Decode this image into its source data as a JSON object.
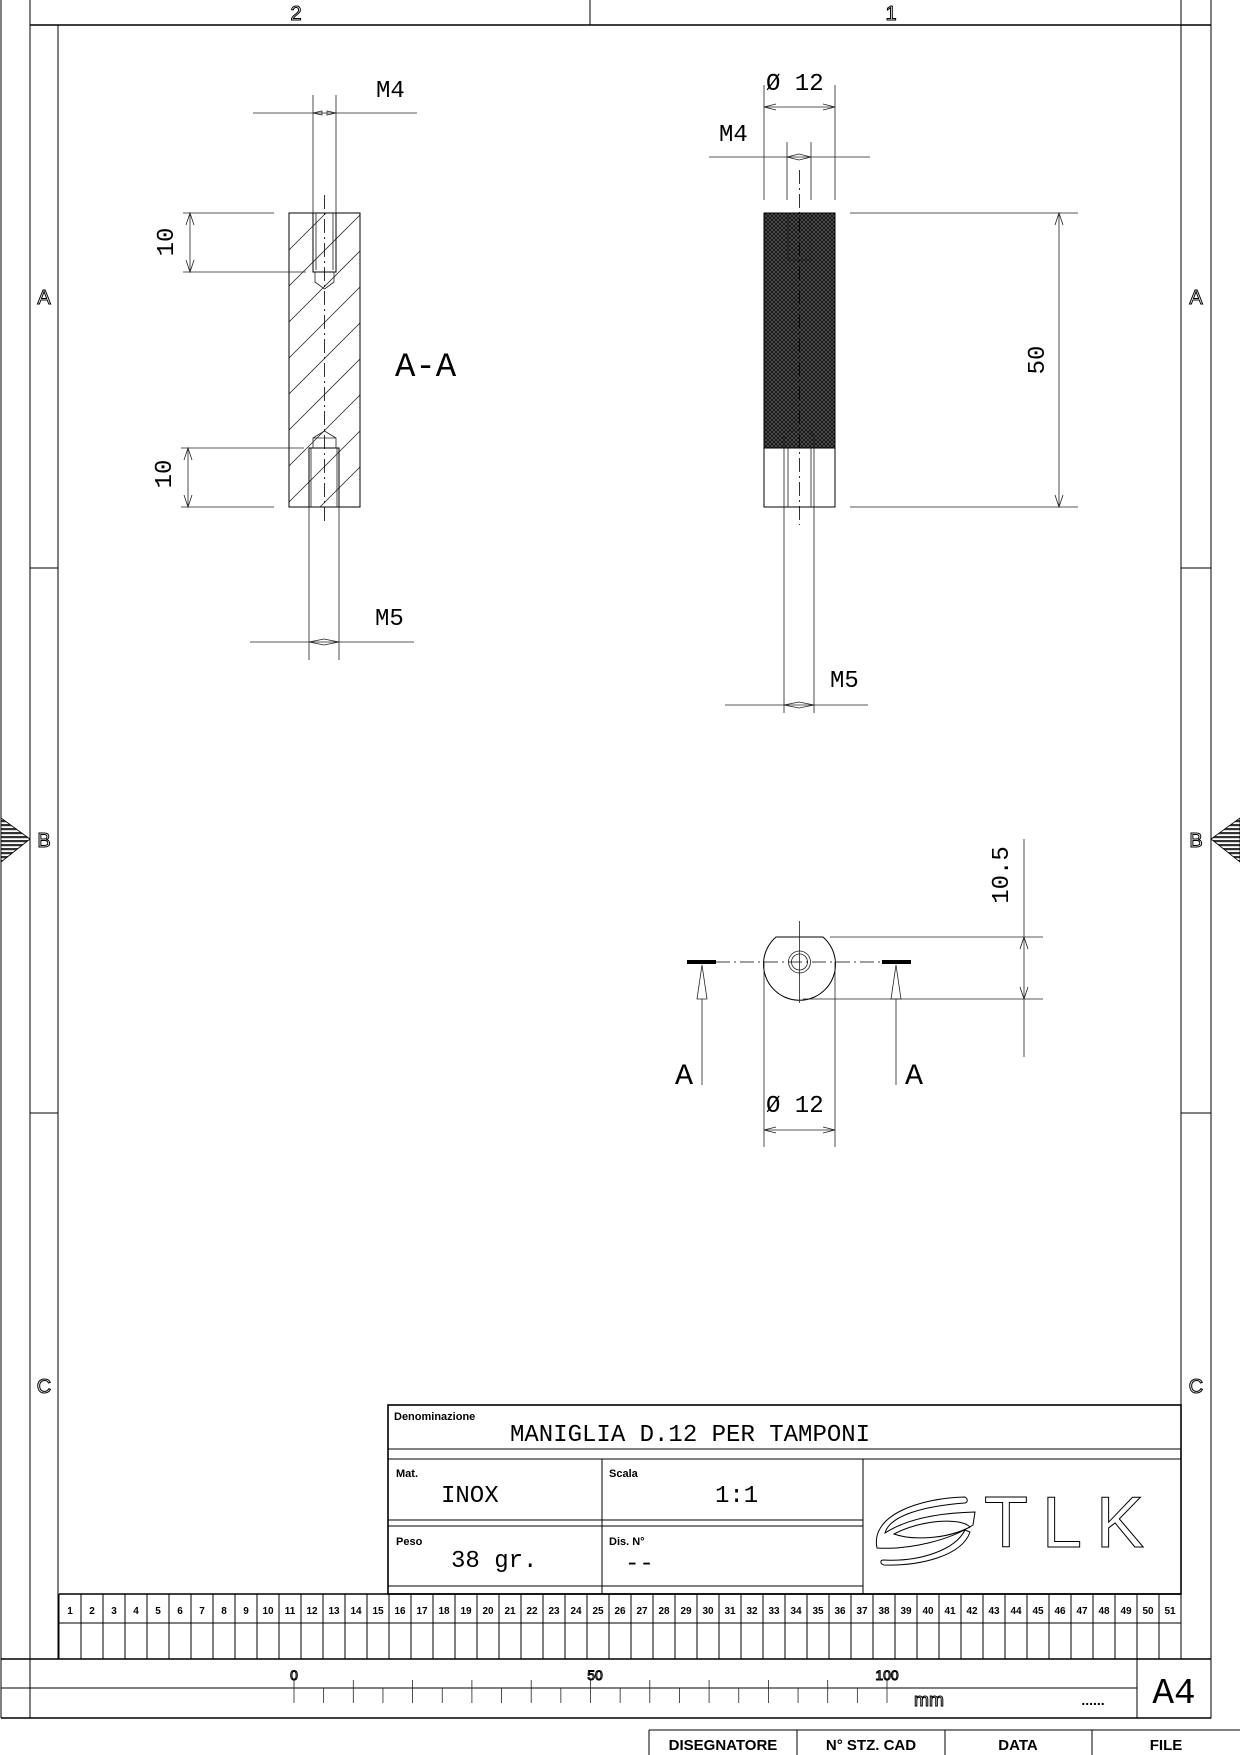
{
  "frame": {
    "columns": [
      "2",
      "1"
    ],
    "rows": [
      "A",
      "B",
      "C"
    ]
  },
  "section_view": {
    "label": "A-A",
    "thread_top": "M4",
    "thread_bottom": "M5",
    "depth_top": "10",
    "depth_bottom": "10"
  },
  "front_view": {
    "diameter": "Ø 12",
    "thread_top": "M4",
    "thread_bottom": "M5",
    "length": "50"
  },
  "top_view": {
    "section_mark_left": "A",
    "section_mark_right": "A",
    "diameter": "Ø 12",
    "offset": "10.5"
  },
  "title_block": {
    "name_label": "Denominazione",
    "name": "MANIGLIA D.12 PER TAMPONI",
    "material_label": "Mat.",
    "material": "INOX",
    "scale_label": "Scala",
    "scale": "1:1",
    "weight_label": "Peso",
    "weight": "38 gr.",
    "drawing_no_label": "Dis. N°",
    "drawing_no": "--",
    "logo_text": "TLK"
  },
  "number_strip": [
    "1",
    "2",
    "3",
    "4",
    "5",
    "6",
    "7",
    "8",
    "9",
    "10",
    "11",
    "12",
    "13",
    "14",
    "15",
    "16",
    "17",
    "18",
    "19",
    "20",
    "21",
    "22",
    "23",
    "24",
    "25",
    "26",
    "27",
    "28",
    "29",
    "30",
    "31",
    "32",
    "33",
    "34",
    "35",
    "36",
    "37",
    "38",
    "39",
    "40",
    "41",
    "42",
    "43",
    "44",
    "45",
    "46",
    "47",
    "48",
    "49",
    "50",
    "51"
  ],
  "ruler": {
    "labels": [
      "0",
      "50",
      "100"
    ],
    "unit": "mm",
    "placeholder": "......",
    "format": "A4"
  },
  "footer": {
    "cells": [
      "DISEGNATORE",
      "N° STZ. CAD",
      "DATA",
      "FILE"
    ]
  }
}
